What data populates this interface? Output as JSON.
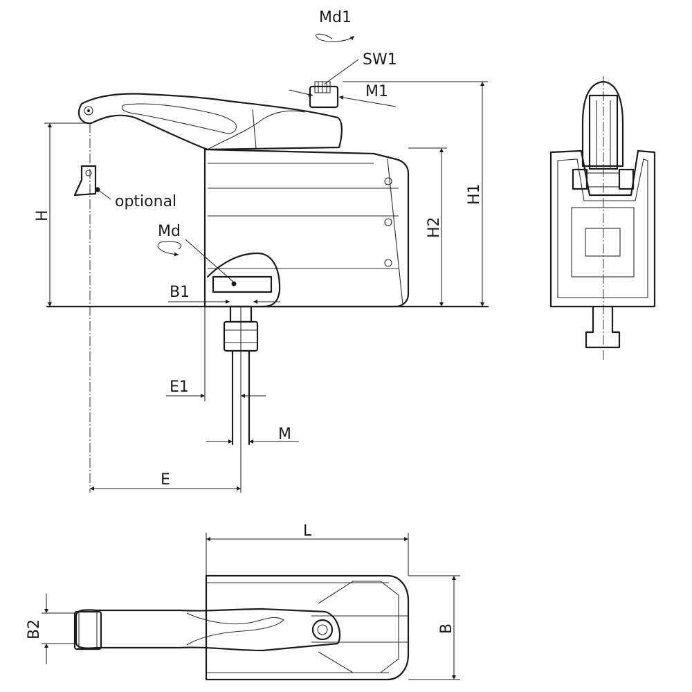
{
  "labels": {
    "md1": "Md1",
    "sw1": "SW1",
    "m1": "M1",
    "optional": "optional",
    "h": "H",
    "md": "Md",
    "b1": "B1",
    "h2": "H2",
    "h1": "H1",
    "e1": "E1",
    "m": "M",
    "e": "E",
    "l": "L",
    "b2": "B2",
    "b": "B"
  }
}
